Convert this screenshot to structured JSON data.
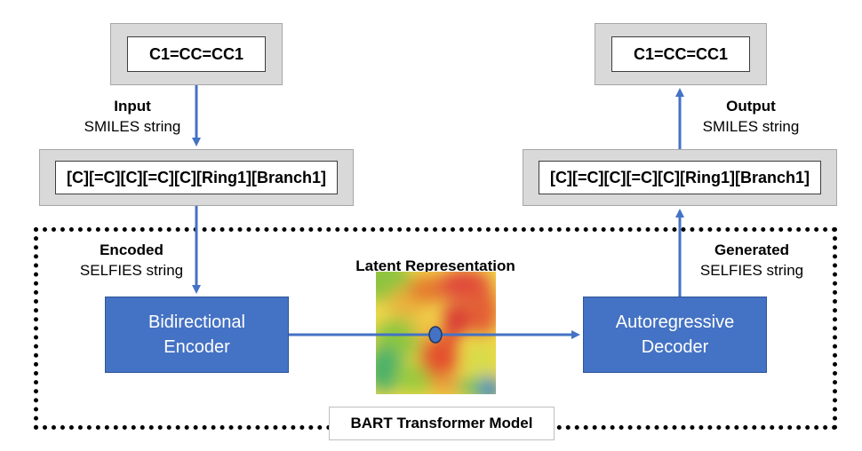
{
  "input_smiles": {
    "text": "C1=CC=CC1"
  },
  "output_smiles": {
    "text": "C1=CC=CC1"
  },
  "input_label": {
    "title": "Input",
    "subtitle": "SMILES string"
  },
  "output_label": {
    "title": "Output",
    "subtitle": "SMILES string"
  },
  "input_selfies": {
    "text": "[C][=C][C][=C][C][Ring1][Branch1]"
  },
  "output_selfies": {
    "text": "[C][=C][C][=C][C][Ring1][Branch1]"
  },
  "encoded_label": {
    "title": "Encoded",
    "subtitle": "SELFIES string"
  },
  "generated_label": {
    "title": "Generated",
    "subtitle": "SELFIES string"
  },
  "latent": {
    "title": "Latent Representation"
  },
  "encoder": {
    "line1": "Bidirectional",
    "line2": "Encoder"
  },
  "decoder": {
    "line1": "Autoregressive",
    "line2": "Decoder"
  },
  "model": {
    "label": "BART Transformer Model"
  },
  "colors": {
    "accent_blue": "#4472c4",
    "box_gray": "#d9d9d9"
  }
}
